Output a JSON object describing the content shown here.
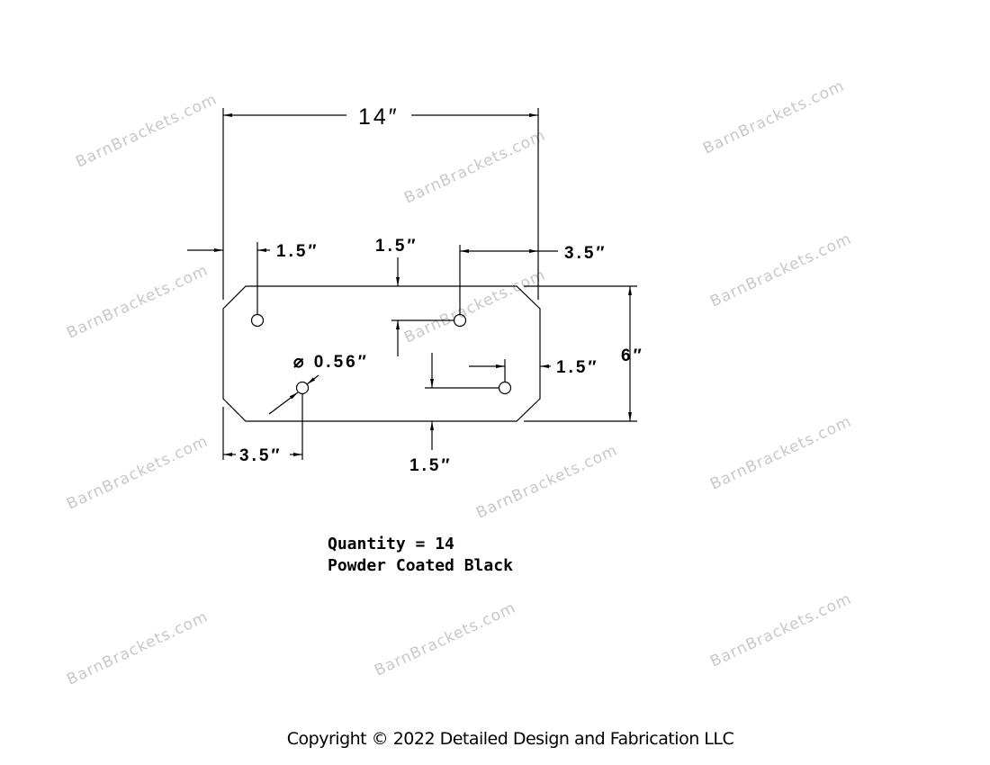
{
  "watermark": "BarnBrackets.com",
  "dimensions": {
    "overall_width": "14″",
    "overall_height": "6″",
    "left_hole_edge_offset": "1.5″",
    "top_hole_vertical_offset": "1.5″",
    "top_right_hole_offset": "3.5″",
    "hole_diameter": "⌀ 0.56″",
    "right_hole_edge_offset": "1.5″",
    "bottom_hole_vertical_offset": "1.5″",
    "bottom_left_hole_offset": "3.5″"
  },
  "notes": {
    "quantity": "Quantity = 14",
    "finish": "Powder Coated Black"
  },
  "copyright": "Copyright © 2022 Detailed Design and Fabrication LLC"
}
